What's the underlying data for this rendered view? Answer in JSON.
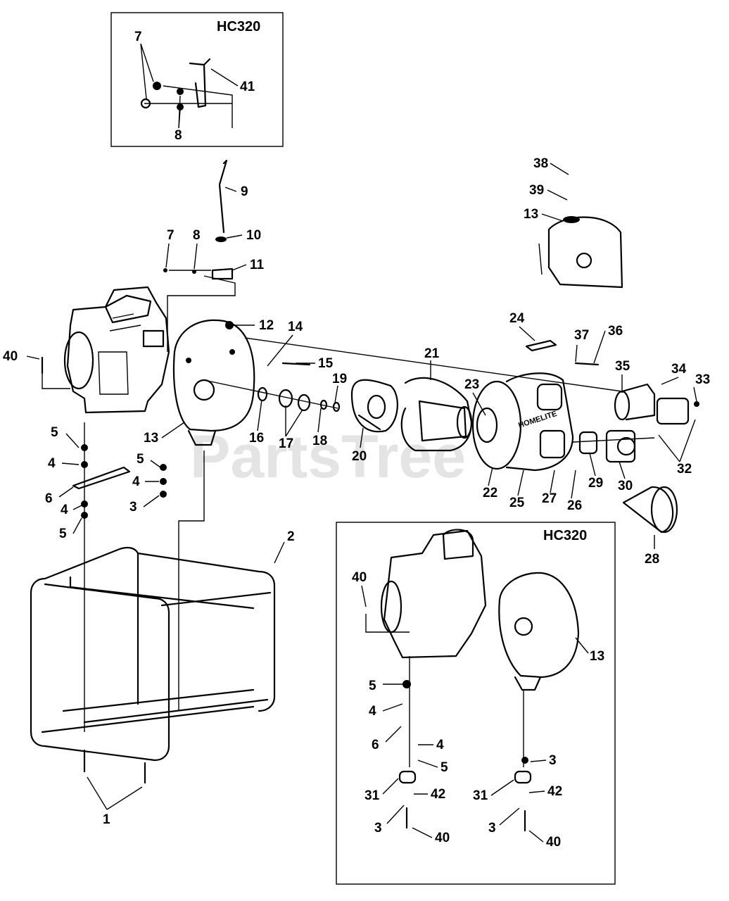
{
  "insets": [
    {
      "id": "inset-top",
      "title": "HC320"
    },
    {
      "id": "inset-bottom",
      "title": "HC320"
    }
  ],
  "watermark": "PartsTree",
  "housing_text": "HOMELITE",
  "callouts": {
    "c1": "1",
    "c2": "2",
    "c3a": "3",
    "c3b": "3",
    "c3c": "3",
    "c3d": "3",
    "c4a": "4",
    "c4b": "4",
    "c4c": "4",
    "c4d": "4",
    "c4e": "4",
    "c5a": "5",
    "c5b": "5",
    "c5c": "5",
    "c5d": "5",
    "c5e": "5",
    "c6a": "6",
    "c6b": "6",
    "c7a": "7",
    "c7b": "7",
    "c8a": "8",
    "c8b": "8",
    "c9": "9",
    "c10": "10",
    "c11": "11",
    "c12": "12",
    "c13a": "13",
    "c13b": "13",
    "c13c": "13",
    "c14": "14",
    "c15": "15",
    "c16": "16",
    "c17": "17",
    "c18": "18",
    "c19": "19",
    "c20": "20",
    "c21": "21",
    "c22": "22",
    "c23": "23",
    "c24": "24",
    "c25": "25",
    "c26": "26",
    "c27": "27",
    "c28": "28",
    "c29": "29",
    "c30": "30",
    "c31a": "31",
    "c31b": "31",
    "c32": "32",
    "c33": "33",
    "c34": "34",
    "c35": "35",
    "c36": "36",
    "c37": "37",
    "c38": "38",
    "c39": "39",
    "c40a": "40",
    "c40b": "40",
    "c40c": "40",
    "c40d": "40",
    "c41": "41",
    "c42a": "42",
    "c42b": "42"
  }
}
